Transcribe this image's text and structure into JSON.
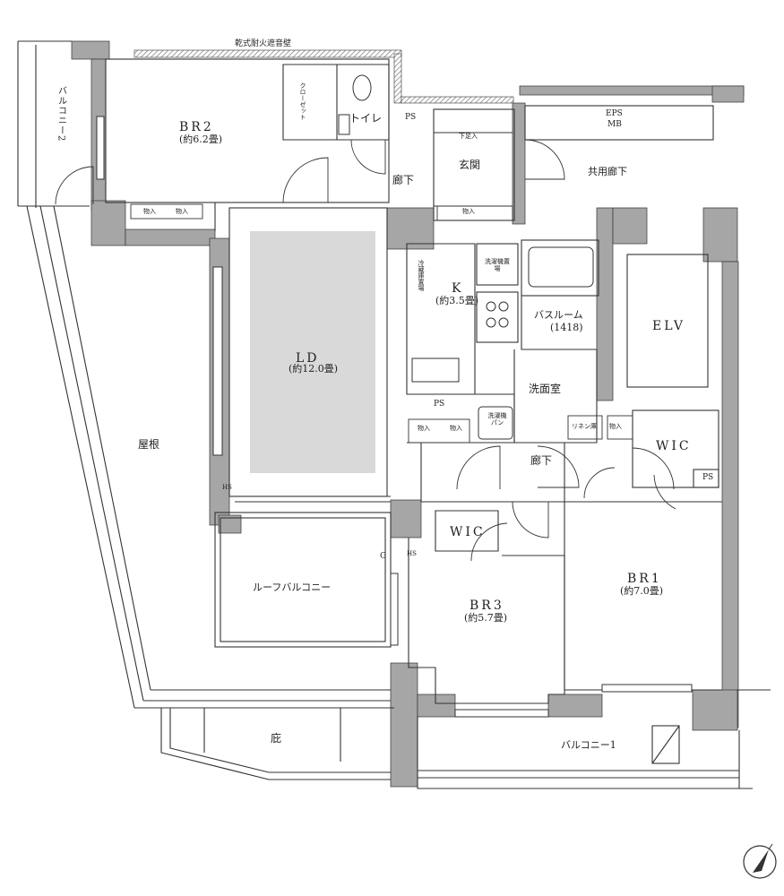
{
  "labels": {
    "fire_wall": "乾式耐火遮音壁",
    "balcony2": "バルコニー2",
    "br2": {
      "name": "BR2",
      "size": "(約6.2畳)"
    },
    "closet": "クローゼット",
    "toilet": "トイレ",
    "ps": "PS",
    "eps": "EPS",
    "mb": "MB",
    "shoe": "下足入",
    "entrance": "玄関",
    "hall": "廊下",
    "common_hall": "共用廊下",
    "storage": "物入",
    "fridge": "冷蔵庫置場",
    "ld": {
      "name": "LD",
      "size": "(約12.0畳)"
    },
    "kitchen": {
      "name": "K",
      "size": "(約3.5畳)"
    },
    "laundry_area": "洗濯機置場",
    "bath": {
      "name": "バスルーム",
      "size": "(1418)"
    },
    "elv": "ELV",
    "washroom": "洗面室",
    "washer_pan": "洗濯機パン",
    "linen": "リネン庫",
    "wic": "WIC",
    "roof": "屋根",
    "hs": "HS",
    "roof_balcony": "ルーフバルコニー",
    "g": "G",
    "br3": {
      "name": "BR3",
      "size": "(約5.7畳)"
    },
    "br1": {
      "name": "BR1",
      "size": "(約7.0畳)"
    },
    "garden": "庇",
    "balcony1": "バルコニー1"
  },
  "colors": {
    "wall": "#a6a6a6",
    "line": "#333333",
    "ld_fill": "#d9d9d9",
    "hatch": "#777777"
  },
  "icons": [
    "compass-icon"
  ]
}
